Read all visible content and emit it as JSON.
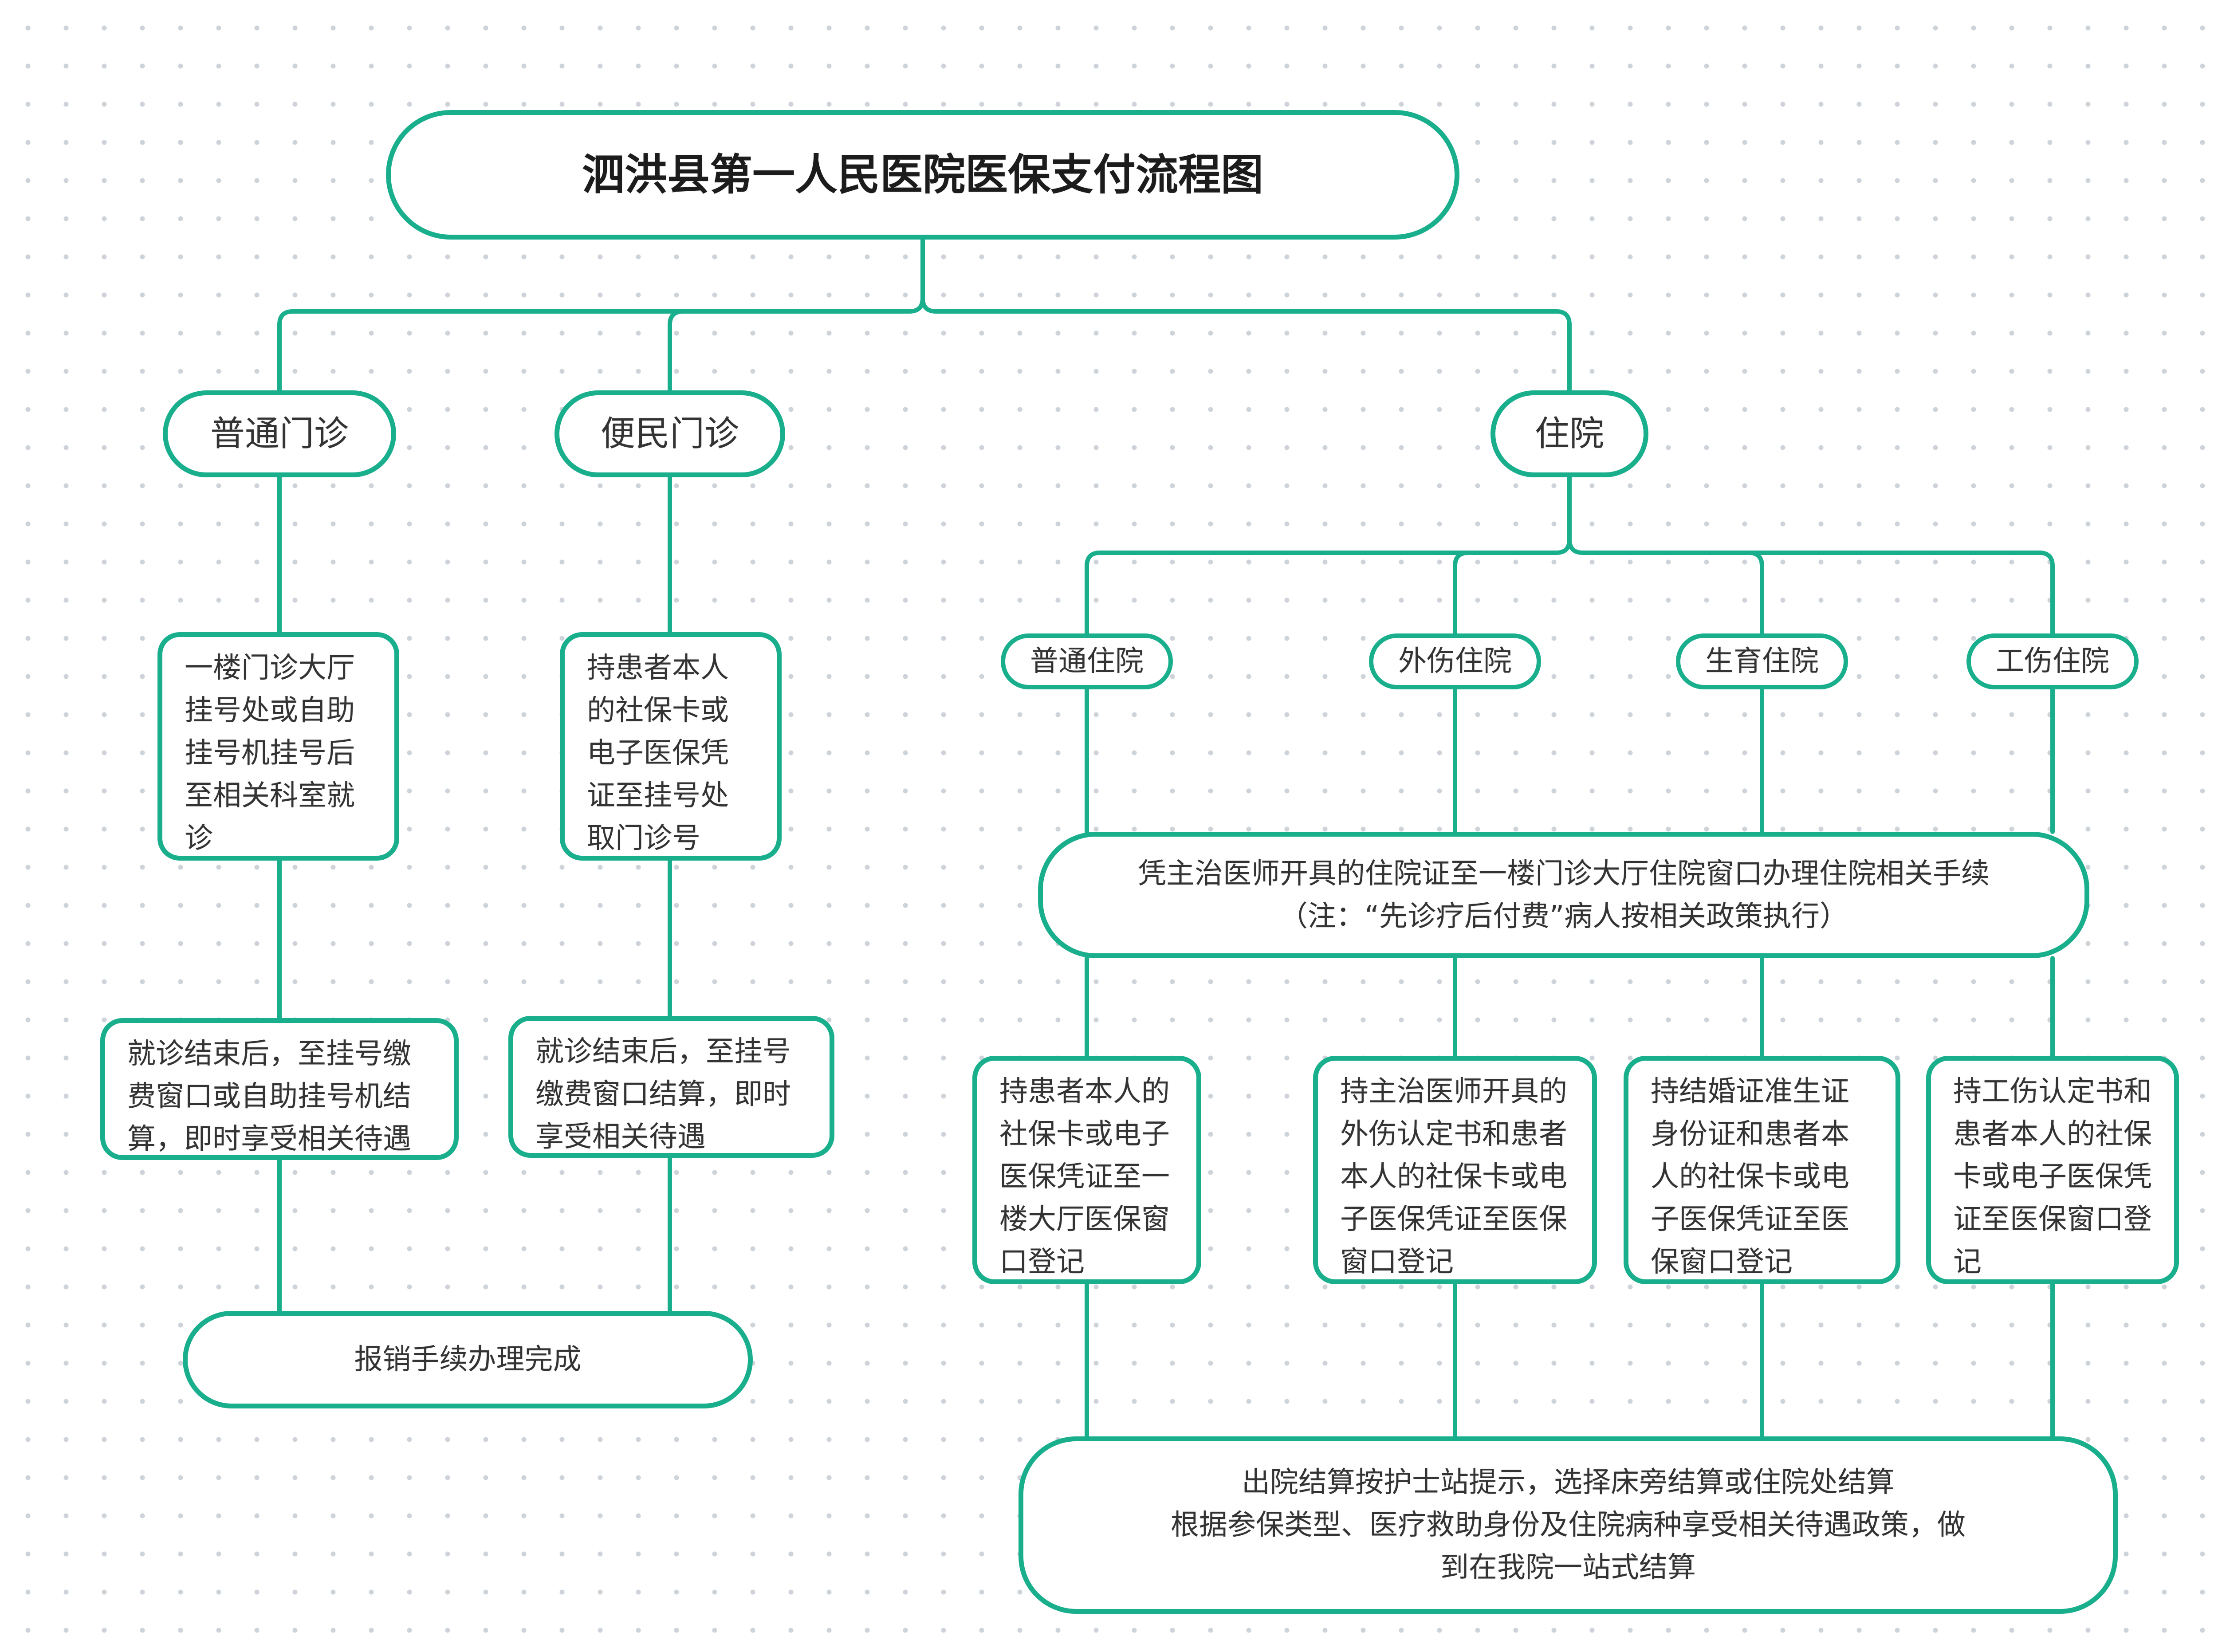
{
  "title": "泗洪县第一人民医院医保支付流程图",
  "branches": {
    "putong_menzhen": "普通门诊",
    "bianmin_menzhen": "便民门诊",
    "zhuyuan": "住院"
  },
  "menzhen_steps": {
    "putong_step1": "一楼门诊大厅挂号处或自助挂号机挂号后至相关科室就诊",
    "bianmin_step1": "持患者本人的社保卡或电子医保凭证至挂号处取门诊号",
    "putong_step2": "就诊结束后，至挂号缴费窗口或自助挂号机结算，即时享受相关待遇",
    "bianmin_step2": "就诊结束后，至挂号缴费窗口结算，即时享受相关待遇",
    "done": "报销手续办理完成"
  },
  "zhuyuan_types": {
    "putong": "普通住院",
    "waishang": "外伤住院",
    "shengyu": "生育住院",
    "gongshang": "工伤住院"
  },
  "admission": {
    "line1": "凭主治医师开具的住院证至一楼门诊大厅住院窗口办理住院相关手续",
    "line2": "（注：“先诊疗后付费”病人按相关政策执行）"
  },
  "registration": {
    "putong": "持患者本人的社保卡或电子医保凭证至一楼大厅医保窗口登记",
    "waishang": "持主治医师开具的外伤认定书和患者本人的社保卡或电子医保凭证至医保窗口登记",
    "shengyu": "持结婚证准生证身份证和患者本人的社保卡或电子医保凭证至医保窗口登记",
    "gongshang": "持工伤认定书和患者本人的社保卡或电子医保凭证至医保窗口登记"
  },
  "discharge": {
    "line1": "出院结算按护士站提示，选择床旁结算或住院处结算",
    "line2": "根据参保类型、医疗救助身份及住院病种享受相关待遇政策，做",
    "line3": "到在我院一站式结算"
  },
  "colors": {
    "accent": "#1aaf8c",
    "text": "#333333",
    "background": "#ffffff",
    "grid_dot": "#cdd3d9"
  }
}
